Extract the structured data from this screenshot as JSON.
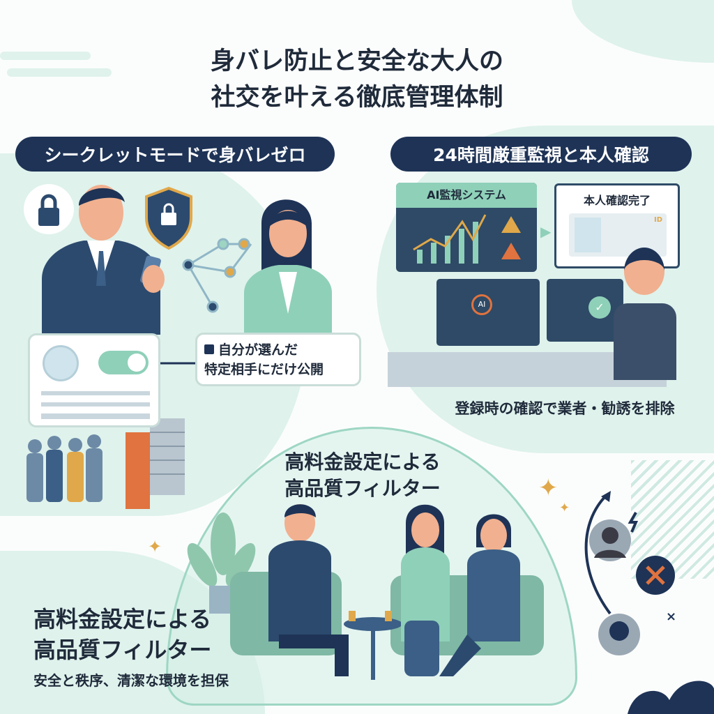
{
  "title": {
    "line1": "身バレ防止と安全な大人の",
    "line2": "社交を叶える徹底管理体制"
  },
  "left_section": {
    "header": "シークレットモードで身バレゼロ",
    "callout": {
      "line1": "自分が選んだ",
      "line2": "特定相手にだけ公開"
    }
  },
  "right_section": {
    "header": "24時間厳重監視と本人確認",
    "ai_panel_label": "AI監視システム",
    "ai_badge": "AI",
    "id_panel_label": "本人確認完了",
    "id_badge": "ID",
    "caption": "登録時の確認で業者・勧誘を排除"
  },
  "bottom_section": {
    "dome_title": {
      "line1": "高料金設定による",
      "line2": "高品質フィルター"
    },
    "heading": {
      "line1": "高料金設定による",
      "line2": "高品質フィルター"
    },
    "subtitle": "安全と秩序、清潔な環境を担保"
  },
  "colors": {
    "navy": "#1e3356",
    "mint": "#7fc4ae",
    "bg_mint": "#dff2ec",
    "orange": "#e0733f",
    "gold": "#e0a84a"
  }
}
